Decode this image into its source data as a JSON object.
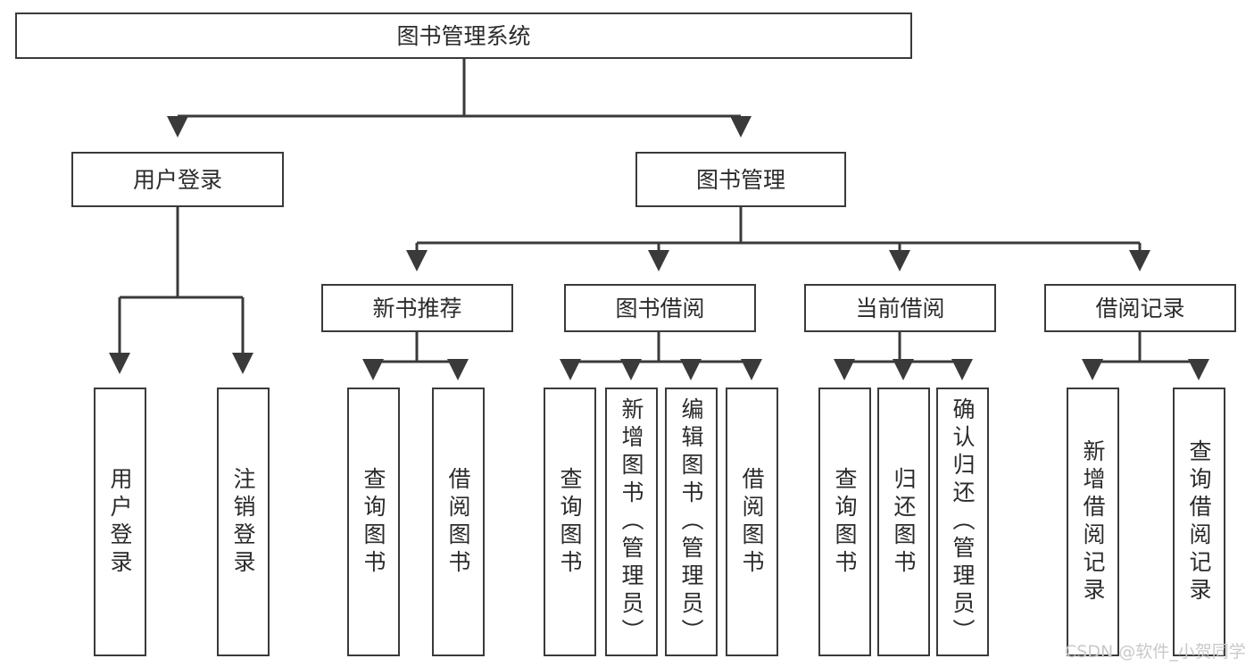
{
  "diagram": {
    "title": "图书管理系统",
    "type": "tree-hierarchy-chart",
    "stroke_color": "#3a3a3a",
    "fill_color": "#ffffff",
    "text_color": "#2b2b2b",
    "nodes": {
      "root": {
        "label": "图书管理系统"
      },
      "level2": [
        {
          "id": "user-login",
          "label": "用户登录"
        },
        {
          "id": "book-management",
          "label": "图书管理"
        }
      ],
      "level3": [
        {
          "id": "new-book-recommend",
          "label": "新书推荐"
        },
        {
          "id": "book-borrow",
          "label": "图书借阅"
        },
        {
          "id": "current-borrow",
          "label": "当前借阅"
        },
        {
          "id": "borrow-record",
          "label": "借阅记录"
        }
      ],
      "leaves": {
        "user_login": [
          {
            "id": "leaf-user-login",
            "label": "用户登录"
          },
          {
            "id": "leaf-logout-login",
            "label": "注销登录"
          }
        ],
        "new_book_recommend": [
          {
            "id": "leaf-query-book-1",
            "label": "查询图书"
          },
          {
            "id": "leaf-borrow-book-1",
            "label": "借阅图书"
          }
        ],
        "book_borrow": [
          {
            "id": "leaf-query-book-2",
            "label": "查询图书"
          },
          {
            "id": "leaf-add-book",
            "label": "新增图书（管理员）"
          },
          {
            "id": "leaf-edit-book",
            "label": "编辑图书（管理员）"
          },
          {
            "id": "leaf-borrow-book-2",
            "label": "借阅图书"
          }
        ],
        "current_borrow": [
          {
            "id": "leaf-query-book-3",
            "label": "查询图书"
          },
          {
            "id": "leaf-return-book",
            "label": "归还图书"
          },
          {
            "id": "leaf-confirm-return",
            "label": "确认归还（管理员）"
          }
        ],
        "borrow_record": [
          {
            "id": "leaf-add-record",
            "label": "新增借阅记录"
          },
          {
            "id": "leaf-query-record",
            "label": "查询借阅记录"
          }
        ]
      }
    },
    "watermark": "CSDN @软件_小贺同学"
  }
}
